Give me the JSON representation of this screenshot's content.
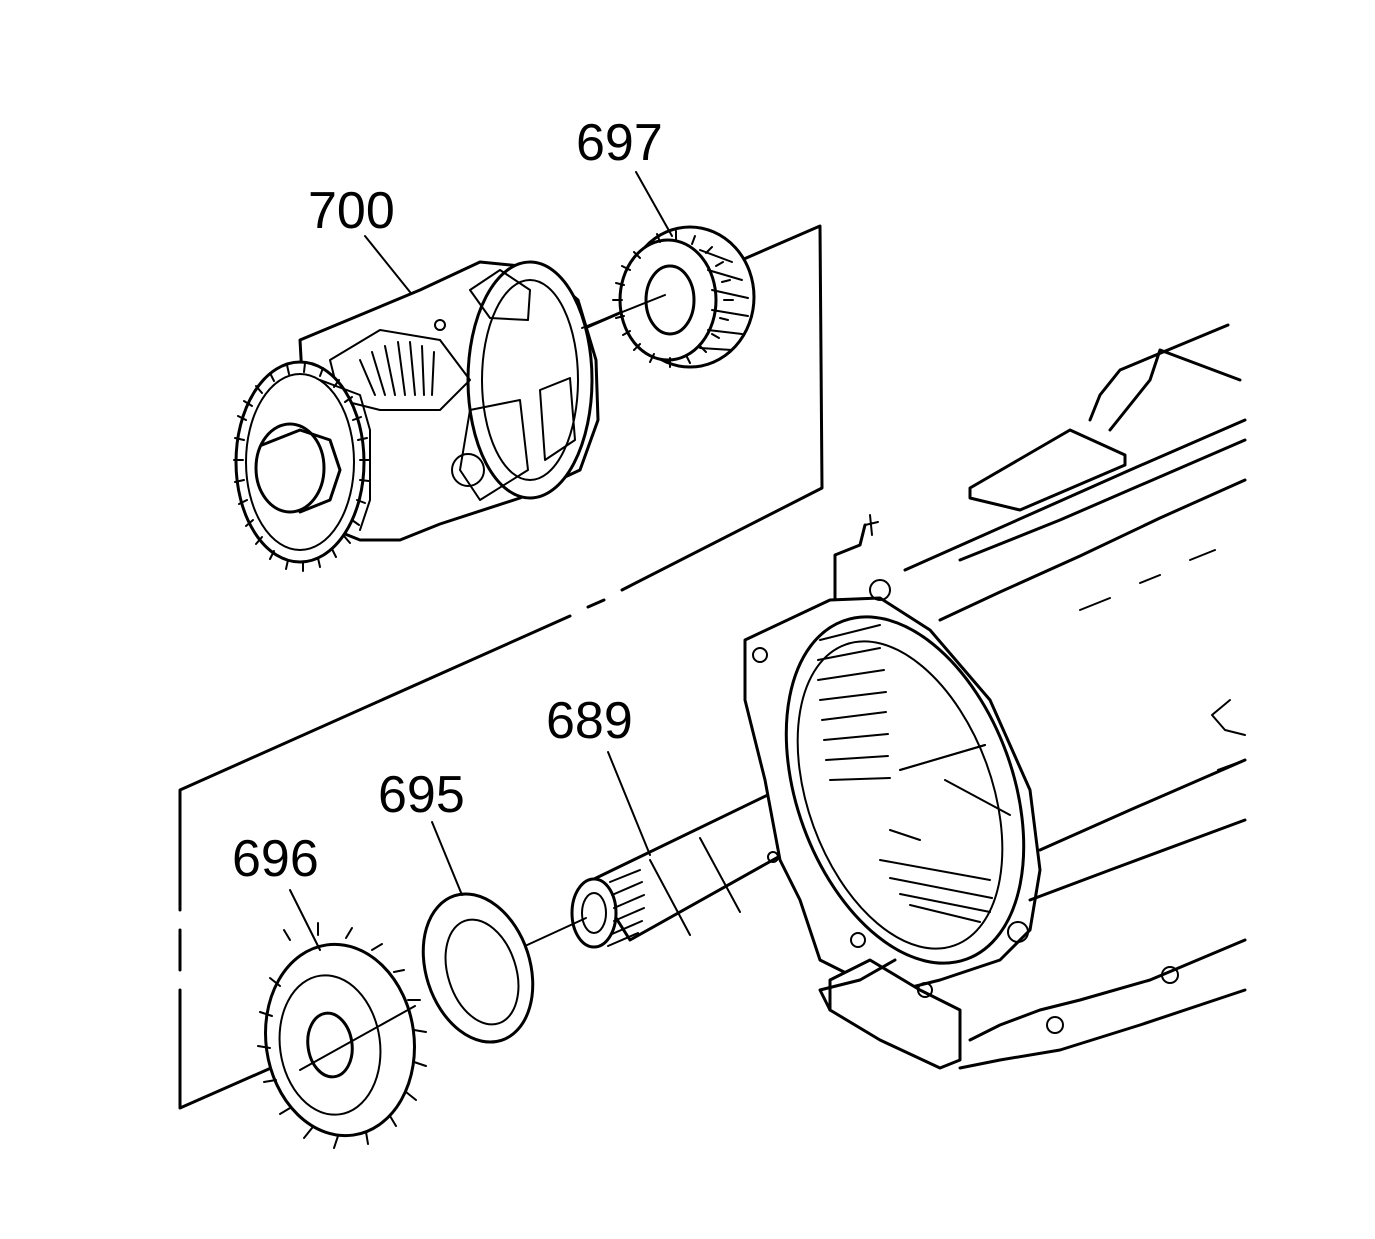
{
  "callouts": {
    "c697": "697",
    "c700": "700",
    "c689": "689",
    "c695": "695",
    "c696": "696"
  },
  "colors": {
    "line": "#000000",
    "background": "#ffffff"
  }
}
